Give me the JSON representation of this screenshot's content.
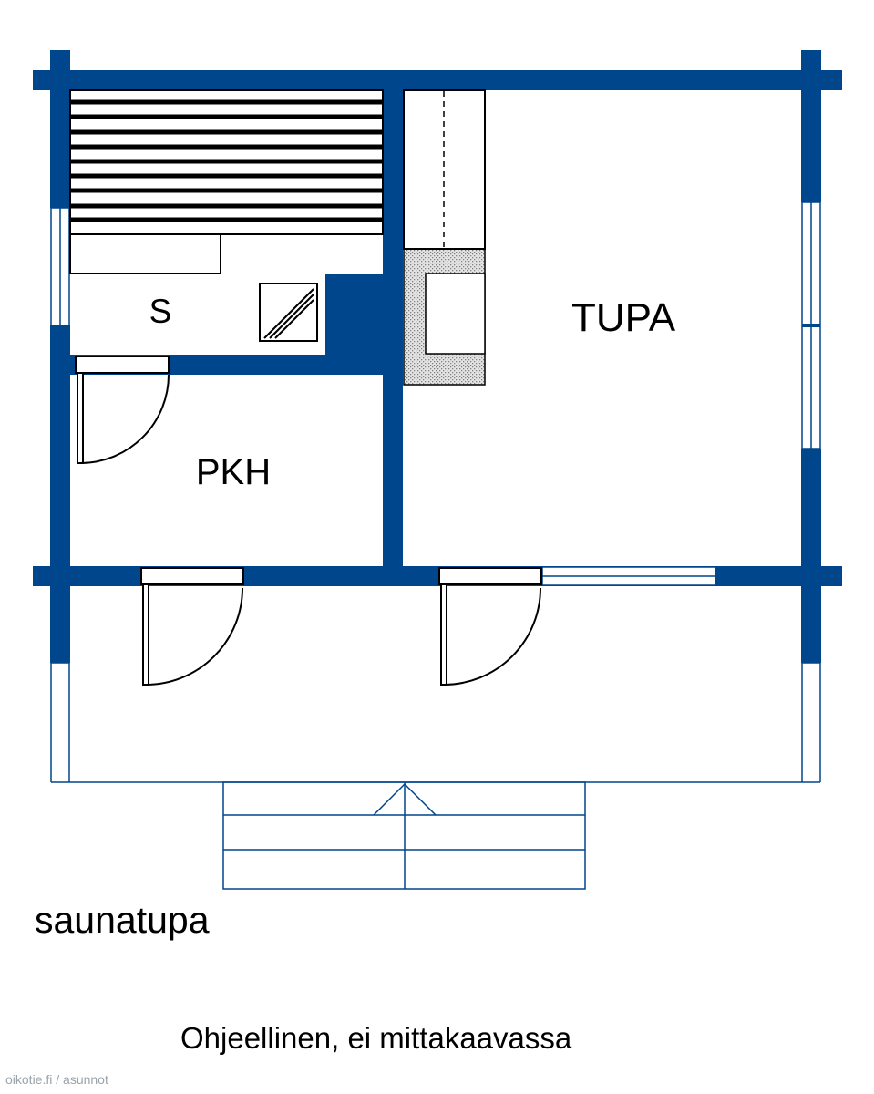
{
  "rooms": {
    "sauna": "S",
    "dressing_room": "PKH",
    "living_room": "TUPA"
  },
  "plan_name": "saunatupa",
  "disclaimer": "Ohjeellinen, ei mittakaavassa",
  "watermark": "oikotie.fi / asunnot",
  "colors": {
    "wall": "#00468c",
    "line": "#000000",
    "stove_fill": "#cfcfcf"
  }
}
